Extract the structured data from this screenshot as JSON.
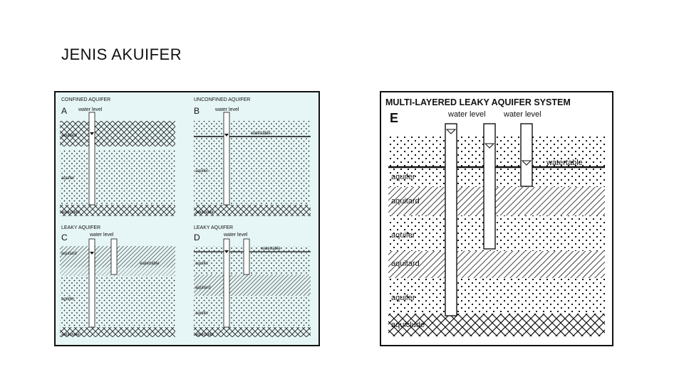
{
  "slide": {
    "title": "JENIS  AKUIFER"
  },
  "left_figure": {
    "panels": [
      {
        "id": "A",
        "title": "CONFINED AQUIFER",
        "letter": "A",
        "labels": [
          "water level",
          "aquitard",
          "aquifer",
          "aquiclude"
        ]
      },
      {
        "id": "B",
        "title": "UNCONFINED AQUIFER",
        "letter": "B",
        "labels": [
          "water level",
          "watertable",
          "aquifer",
          "aquiclude"
        ]
      },
      {
        "id": "C",
        "title": "LEAKY AQUIFER",
        "letter": "C",
        "labels": [
          "water level",
          "aquitard",
          "watertable",
          "aquifer",
          "aquiclude"
        ]
      },
      {
        "id": "D",
        "title": "LEAKY AQUIFER",
        "letter": "D",
        "labels": [
          "water level",
          "watertable",
          "aquifer",
          "aquitard",
          "aquifer",
          "aquiclude"
        ]
      }
    ]
  },
  "right_figure": {
    "title": "MULTI-LAYERED LEAKY AQUIFER SYSTEM",
    "letter": "E",
    "water_level_1": "water level",
    "water_level_2": "water level",
    "watertable": "watertable",
    "layers": [
      "aquifer",
      "aquitard",
      "aquifer",
      "aquitard",
      "aquifer",
      "aquiclude"
    ]
  }
}
